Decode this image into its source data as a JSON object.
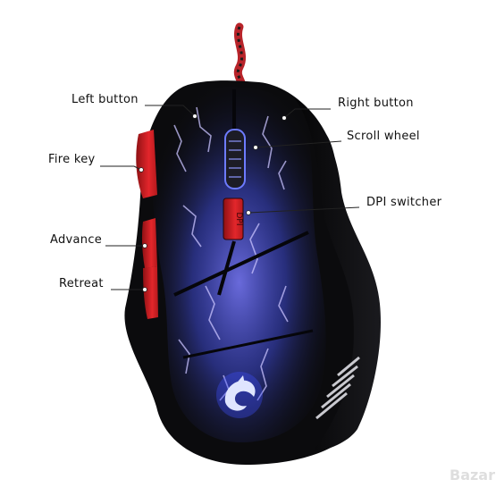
{
  "callouts": {
    "left_button": "Left button",
    "right_button": "Right button",
    "scroll_wheel": "Scroll wheel",
    "fire_key": "Fire key",
    "dpi_switcher": "DPI switcher",
    "advance": "Advance",
    "retreat": "Retreat"
  },
  "dpi_button_text": "DPI",
  "watermark": "Bazar",
  "colors": {
    "body": "#0b0b0d",
    "glow_blue": "#4a6bff",
    "glow_purple": "#9b6bff",
    "side_red": "#e3262b",
    "cable": "#b8242a",
    "leader_line": "#222222"
  }
}
